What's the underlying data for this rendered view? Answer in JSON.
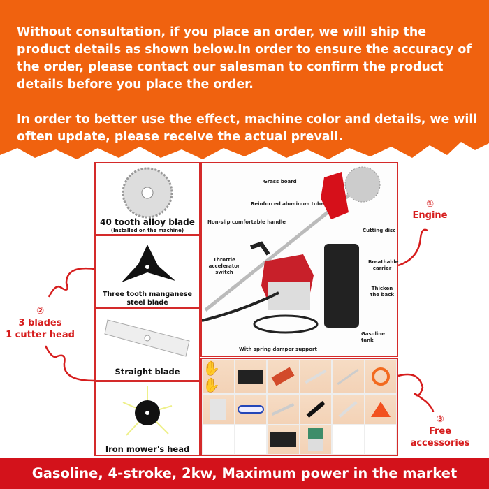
{
  "notice": {
    "paragraph1": "Without consultation, if you place an order, we will ship the product details as shown below.In order to ensure the accuracy of the order, please contact our salesman to confirm the product details before you place the order.",
    "paragraph2": "In order to better use the effect, machine color and details, we will often update, please receive the actual prevail.",
    "background_color": "#f0620f"
  },
  "blades": [
    {
      "label": "40 tooth alloy blade",
      "note": "(Installed on the machine)"
    },
    {
      "label": "Three tooth manganese steel blade"
    },
    {
      "label": "Straight blade"
    },
    {
      "label": "Iron mower's head"
    }
  ],
  "machine_labels": {
    "grass_board": "Grass board",
    "tube": "Reinforced aluminum tube",
    "handle": "Non-slip comfortable handle",
    "throttle": "Throttle accelerator switch",
    "cutting_disc": "Cutting disc",
    "carrier": "Breathable carrier",
    "back": "Thicken the back",
    "tank": "Gasoline tank",
    "support": "With spring damper support"
  },
  "callouts": {
    "engine_num": "①",
    "engine": "Engine",
    "blades_num": "②",
    "blades_line1": "3 blades",
    "blades_line2": "1 cutter head",
    "acc_num": "③",
    "acc_line1": "Free",
    "acc_line2": "accessories"
  },
  "accessories": [
    "gloves",
    "tool-bag",
    "spark-plug",
    "wrench",
    "hex-key",
    "trimmer-line",
    "measuring-cups",
    "safety-goggles",
    "socket-wrench",
    "screwdriver-set",
    "open-wrench",
    "funnel",
    "",
    "",
    "shoulder-pad",
    "manual",
    "",
    ""
  ],
  "footer": "Gasoline, 4-stroke, 2kw, Maximum power in the market",
  "accent_color": "#d3121b"
}
